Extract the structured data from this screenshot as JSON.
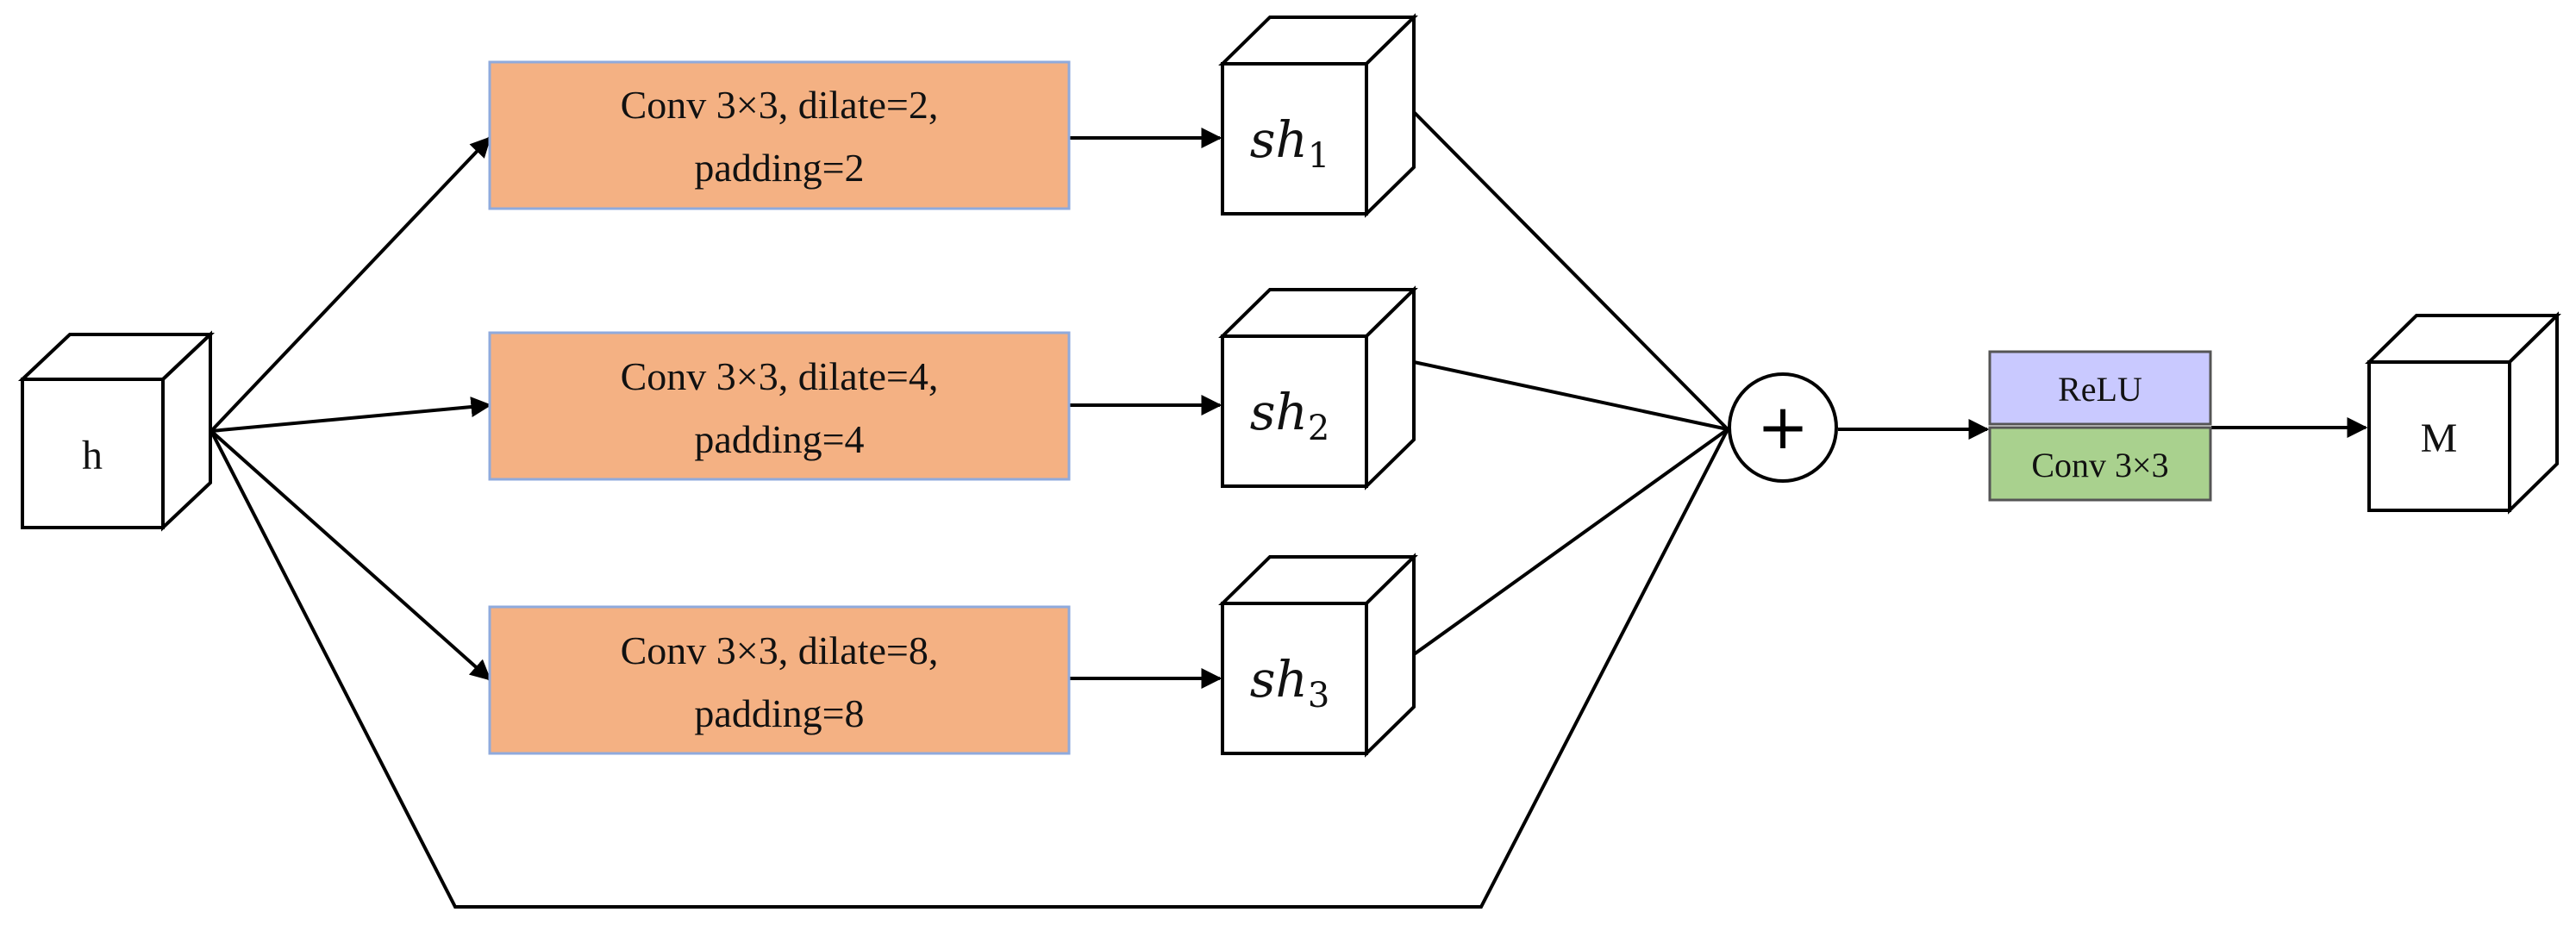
{
  "input": {
    "label": "h"
  },
  "branches": [
    {
      "conv_line1": "Conv 3×3, dilate=2,",
      "conv_line2": "padding=2",
      "output_base": "sh",
      "output_sub": "1"
    },
    {
      "conv_line1": "Conv 3×3, dilate=4,",
      "conv_line2": "padding=4",
      "output_base": "sh",
      "output_sub": "2"
    },
    {
      "conv_line1": "Conv 3×3, dilate=8,",
      "conv_line2": "padding=8",
      "output_base": "sh",
      "output_sub": "3"
    }
  ],
  "sum_node": {
    "symbol": "+"
  },
  "post": {
    "relu_label": "ReLU",
    "conv_label": "Conv 3×3"
  },
  "output": {
    "label": "M"
  },
  "colors": {
    "conv_fill": "#F4B183",
    "conv_border": "#8FAADC",
    "relu_fill": "#C9C9FF",
    "post_conv_fill": "#A9D18E",
    "stroke": "#000000"
  },
  "icons": {
    "sum": "plus-circle-icon",
    "arrow": "arrowhead-icon"
  }
}
